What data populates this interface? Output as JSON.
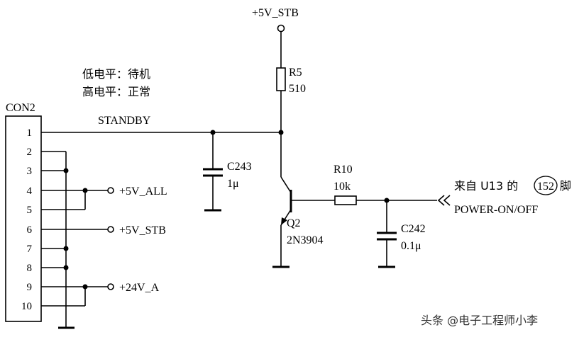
{
  "connector": {
    "name": "CON2",
    "pins": [
      "1",
      "2",
      "3",
      "4",
      "5",
      "6",
      "7",
      "8",
      "9",
      "10"
    ]
  },
  "nets": {
    "standby": "STANDBY",
    "v5_all": "+5V_ALL",
    "v5_stb_pin": "+5V_STB",
    "v24": "+24V_A",
    "v5_stb_top": "+5V_STB",
    "power_on_off": "POWER-ON/OFF"
  },
  "notes": {
    "low": "低电平：待机",
    "high": "高电平：正常"
  },
  "components": {
    "r5": {
      "ref": "R5",
      "value": "510"
    },
    "c243": {
      "ref": "C243",
      "value": "1μ"
    },
    "q2": {
      "ref": "Q2",
      "value": "2N3904"
    },
    "r10": {
      "ref": "R10",
      "value": "10k"
    },
    "c242": {
      "ref": "C242",
      "value": "0.1μ"
    }
  },
  "source": {
    "prefix": "来自 U13 的",
    "pin": "152",
    "suffix": "脚"
  },
  "watermark": "头条 @电子工程师小李"
}
